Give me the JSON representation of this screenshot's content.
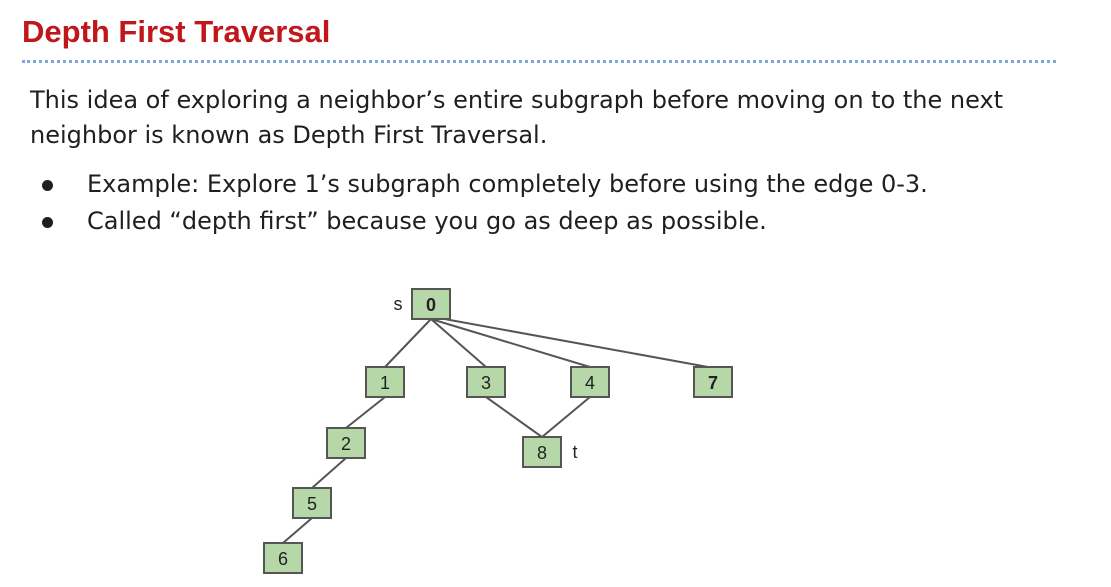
{
  "slide": {
    "title": "Depth First Traversal",
    "paragraph": "This idea of exploring a neighbor’s entire subgraph before moving on to the next neighbor is known as Depth First Traversal.",
    "bullets": [
      "Example: Explore 1’s subgraph completely before using the edge 0-3.",
      "Called “depth first” because you go as deep as possible."
    ],
    "title_color": "#c0171b",
    "divider_color": "#7ea6d9"
  },
  "graph": {
    "node_fill": "#b6d7a8",
    "nodes": [
      {
        "id": "0",
        "label": "0",
        "bold": true,
        "side_label": "s",
        "side": "left"
      },
      {
        "id": "1",
        "label": "1"
      },
      {
        "id": "3",
        "label": "3"
      },
      {
        "id": "4",
        "label": "4"
      },
      {
        "id": "7",
        "label": "7",
        "bold": true
      },
      {
        "id": "2",
        "label": "2"
      },
      {
        "id": "8",
        "label": "8",
        "side_label": "t",
        "side": "right"
      },
      {
        "id": "5",
        "label": "5"
      },
      {
        "id": "6",
        "label": "6"
      }
    ],
    "edges": [
      [
        "0",
        "1"
      ],
      [
        "0",
        "3"
      ],
      [
        "0",
        "4"
      ],
      [
        "0",
        "7"
      ],
      [
        "1",
        "2"
      ],
      [
        "2",
        "5"
      ],
      [
        "5",
        "6"
      ],
      [
        "3",
        "8"
      ],
      [
        "4",
        "8"
      ]
    ]
  }
}
